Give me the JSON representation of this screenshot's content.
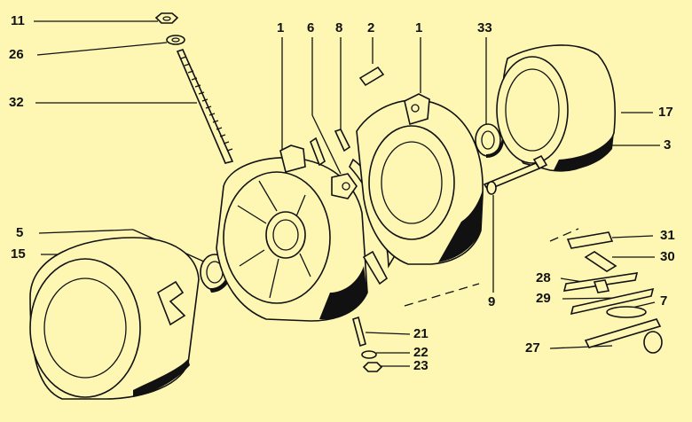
{
  "diagram": {
    "background_color": "#fdf7b3",
    "line_color": "#111111",
    "callouts": {
      "c11": "11",
      "c26": "26",
      "c32": "32",
      "c1_left": "1",
      "c6": "6",
      "c8": "8",
      "c2": "2",
      "c1_right": "1",
      "c33": "33",
      "c17": "17",
      "c3": "3",
      "c5": "5",
      "c15": "15",
      "c31": "31",
      "c30": "30",
      "c28": "28",
      "c29": "29",
      "c7": "7",
      "c9": "9",
      "c21": "21",
      "c22": "22",
      "c23": "23",
      "c27": "27"
    }
  }
}
